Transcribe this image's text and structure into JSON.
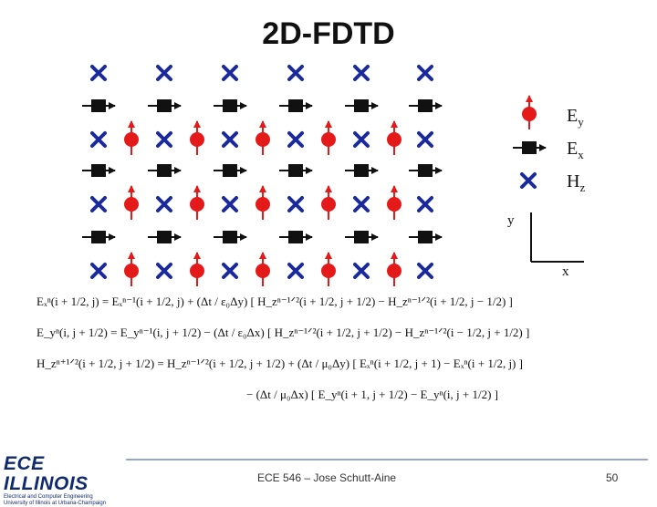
{
  "slide": {
    "title": "2D-FDTD",
    "colors": {
      "ey": "#e41a1a",
      "ex": "#111111",
      "hz": "#1a2a9a"
    }
  },
  "legend": {
    "ey": {
      "main": "E",
      "sub": "y"
    },
    "ex": {
      "main": "E",
      "sub": "x"
    },
    "hz": {
      "main": "H",
      "sub": "z"
    }
  },
  "axes": {
    "y_label": "y",
    "x_label": "x"
  },
  "equations": [
    "Eₓⁿ(i + 1/2, j) = Eₓⁿ⁻¹(i + 1/2, j) + (Δt / ε₀Δy) [ H_zⁿ⁻¹ᐟ²(i + 1/2, j + 1/2) − H_zⁿ⁻¹ᐟ²(i + 1/2, j − 1/2) ]",
    "E_yⁿ(i, j + 1/2) = E_yⁿ⁻¹(i, j + 1/2) − (Δt / ε₀Δx) [ H_zⁿ⁻¹ᐟ²(i + 1/2, j + 1/2) − H_zⁿ⁻¹ᐟ²(i − 1/2, j + 1/2) ]",
    "H_zⁿ⁺¹ᐟ²(i + 1/2, j + 1/2) = H_zⁿ⁻¹ᐟ²(i + 1/2, j + 1/2) + (Δt / μ₀Δy) [ Eₓⁿ(i + 1/2, j + 1) − Eₓⁿ(i + 1/2, j) ]",
    "− (Δt / μ₀Δx) [ E_yⁿ(i + 1, j + 1/2) − E_yⁿ(i, j + 1/2) ]"
  ],
  "footer": {
    "logo_main": "ECE ILLINOIS",
    "logo_sub1": "Electrical and Computer Engineering",
    "logo_sub2": "University of Illinois at Urbana-Champaign",
    "course": "ECE 546 – Jose Schutt-Aine",
    "page": "50"
  }
}
